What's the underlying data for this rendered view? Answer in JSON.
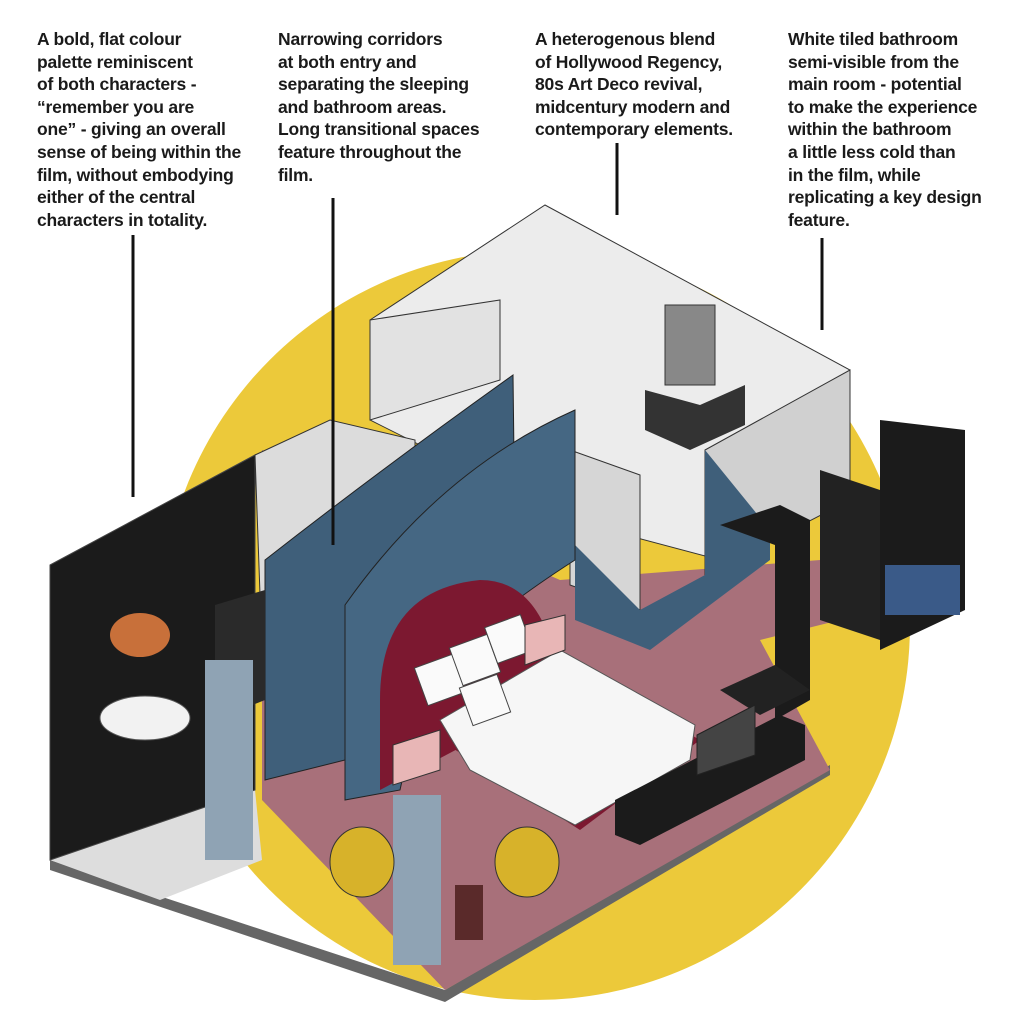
{
  "annotations": [
    {
      "id": "palette",
      "lines": [
        "A bold, flat colour",
        "palette reminiscent",
        "of both characters -",
        "“remember you are",
        "one” - giving an overall",
        "sense of being within the",
        "film, without embodying",
        "either of the central",
        "characters in totality."
      ]
    },
    {
      "id": "corridors",
      "lines": [
        "Narrowing corridors",
        "at both entry and",
        "separating the sleeping",
        "and bathroom areas.",
        "Long transitional spaces",
        "feature throughout the",
        "film."
      ]
    },
    {
      "id": "styles",
      "lines": [
        "A heterogenous blend",
        "of Hollywood Regency,",
        "80s Art Deco revival,",
        "midcentury modern and",
        "contemporary elements."
      ]
    },
    {
      "id": "bathroom",
      "lines": [
        "White tiled bathroom",
        "semi-visible from the",
        "main room - potential",
        "to make the experience",
        "within the bathroom",
        "a little less cold than",
        "in the film, while",
        "replicating a key design",
        "feature."
      ]
    }
  ],
  "colors": {
    "circle": "#ecc93a",
    "floor": "#a8707a",
    "blue_wall": "#3f5f7a",
    "headboard": "#7c1830",
    "tile_wall": "#ececec",
    "black": "#1b1b1b",
    "chair": "#d7b22a"
  }
}
